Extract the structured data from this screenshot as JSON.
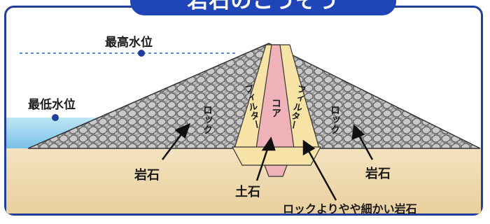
{
  "title": "岩石のこうぞう",
  "labels": {
    "max_water_level": "最高水位",
    "min_water_level": "最低水位",
    "rock_left": "ロック",
    "filter_left": "フィルター",
    "core": "コア",
    "filter_right": "フィルター",
    "rock_right": "ロック",
    "rock_material_left": "岩石",
    "soil_material": "土石",
    "rock_material_right": "岩石",
    "filter_material": "ロックよりやや細かい岩石"
  },
  "colors": {
    "frame": "#1f3f9a",
    "title_bg": "#1f45b8",
    "water": "#8fd0ef",
    "ground": "#f1ddb6",
    "rock": "#9a9a9a",
    "filter": "#f7e3a6",
    "core": "#f0b2b9",
    "dashed_line": "#5a8fd8"
  }
}
